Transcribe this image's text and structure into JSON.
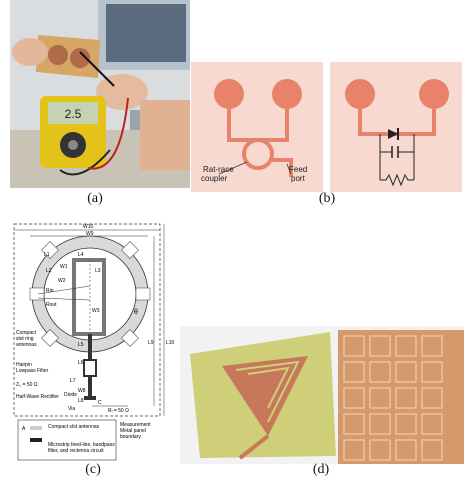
{
  "figure": {
    "captions": {
      "a": "(a)",
      "b": "(b)",
      "c": "(c)",
      "d": "(d)"
    }
  },
  "panel_a": {
    "meter_reading": "2.5"
  },
  "panel_b": {
    "label_rat_race": "Rat-race coupler",
    "label_feed": "Feed port"
  },
  "panel_c": {
    "dims": {
      "w10": "W10",
      "w9": "W9",
      "w8": "W8",
      "w1": "W1",
      "w2": "W2",
      "w3": "W3",
      "l1": "L1",
      "l2": "L2",
      "l3": "L3",
      "l4": "L4",
      "l5": "L5",
      "l6": "L6",
      "l7": "L7",
      "l8": "L8",
      "l9": "L9",
      "l10": "L10",
      "rin": "Rin",
      "rout": "Rout",
      "theta": "θ"
    },
    "labels": {
      "compact_slot": "Compact slot ring antennas",
      "hairpin": "Hairpin Lowpass Filter",
      "zin": "Z₀ = 50 Ω",
      "half_wave": "Half-Wave Rectifier",
      "diode": "Diode",
      "via": "Via",
      "cap": "C",
      "rl": "Rₗ = 50 Ω",
      "measurement": "Measurement Metal panel boundary",
      "legend_a": "A",
      "legend_compact": "Compact slot antennas",
      "legend_microstrip": "Microstrip feed-line, bandpass filter, and rectenna circuit"
    }
  },
  "colors": {
    "copper_pad": "#e8826a",
    "copper_bg": "#f7d9cf",
    "board_yellow": "#cfcf7a",
    "copper_real": "#c8785a"
  }
}
